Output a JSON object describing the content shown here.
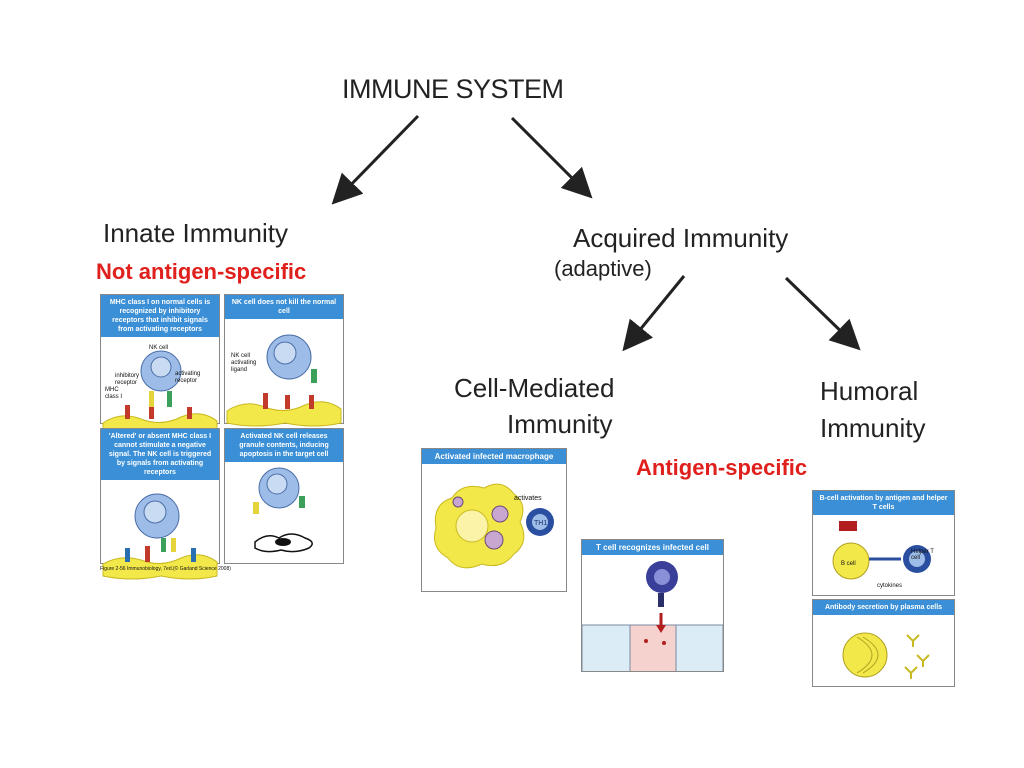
{
  "title": "IMMUNE SYSTEM",
  "innate": {
    "label": "Innate  Immunity",
    "tag": "Not antigen-specific",
    "figure": {
      "p1_header": "MHC class I on normal cells is recognized by inhibitory receptors that inhibit signals from activating receptors",
      "p2_header": "NK cell does not kill the normal cell",
      "p3_header": "'Altered' or absent MHC class I cannot stimulate a negative signal. The NK cell is triggered by signals from activating receptors",
      "p4_header": "Activated NK cell releases granule contents, inducing apoptosis in the target cell",
      "nk_cell": "NK cell",
      "inhibitory_receptor": "inhibitory receptor",
      "activating_receptor": "activating receptor",
      "mhc_class": "MHC class I",
      "nk_activating_ligand": "NK cell activating ligand",
      "caption": "Figure 2-56 Immunobiology, 7ed.(© Garland Science 2008)"
    }
  },
  "acquired": {
    "label": "Acquired  Immunity",
    "sub": "(adaptive)",
    "tag": "Antigen-specific",
    "cell_mediated": {
      "line1": "Cell-Mediated",
      "line2": "Immunity",
      "macrophage_header": "Activated infected macrophage",
      "activates": "activates",
      "th1": "TH1",
      "tcell_header": "T cell recognizes infected cell"
    },
    "humoral": {
      "line1": "Humoral",
      "line2": "Immunity",
      "bcell_header": "B-cell activation by antigen and helper T cells",
      "b_cell": "B cell",
      "helper_t": "Helper T cell",
      "cytokines": "cytokines",
      "antibody_header": "Antibody secretion by plasma cells"
    }
  },
  "colors": {
    "accent_red": "#e0201c",
    "panel_blue": "#3a8fd6",
    "cell_yellow": "#f3e84a",
    "cell_blue": "#9dbde8"
  }
}
